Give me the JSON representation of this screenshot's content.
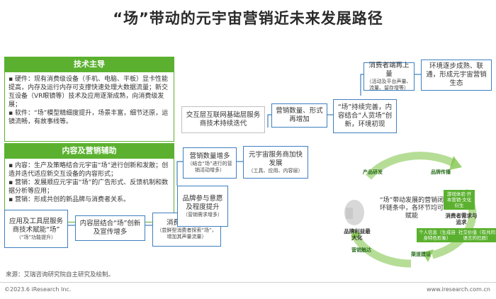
{
  "title": "“场”带动的元宇宙营销近未来发展路径",
  "tech_panel": {
    "heading": "技术主导",
    "lines": [
      "▪ 硬件：现有消费级设备（手机、电脑、平板）显卡性能提高，内存及运行内存可支撑快速处理大数据流量；新交互设备（VR眼镜等）技术及应用逐渐成熟，向消费级发展；",
      "▪ 软件：“场”模型精细度提升，场景丰富，细节还原，运镜流畅，有故事线等。"
    ]
  },
  "content_panel": {
    "heading": "内容及营销辅助",
    "lines": [
      "▪ 内容：生产及策略结合元宇宙“场”进行创新和发散；创造并迭代适应新交互设备的内容形式；",
      "▪ 营销：发展顺应元宇宙“场”的广告形式、反馈机制和数据分析等应用；",
      "▪ 营销：形成共创的新品牌与消费者关系。"
    ]
  },
  "steps": {
    "s1": {
      "main": "应用及工具层服务商技术赋能“场”",
      "sub": "（“场”功能提升）"
    },
    "s2": {
      "main": "内容层结合“场”创新及宣传增多",
      "sub": ""
    },
    "s3": {
      "main": "消费者端上量",
      "sub": "（尝鲜型消费者探索“场”，增加其声量流量）"
    },
    "s4": {
      "main": "品牌参与意愿及程度提升",
      "sub": "（营销需求增多）"
    },
    "s5": {
      "main": "营销数量增多",
      "sub": "（结合“场”进行的营销活动增多）"
    },
    "s6": {
      "main": "元宇宙服务商加快发展",
      "sub": "（工具、应用、内容层）"
    },
    "s7": {
      "main": "交互层互联网基础层服务商技术持续迭代",
      "sub": ""
    },
    "s8": {
      "main": "营销数量、形式再增加",
      "sub": ""
    },
    "s9": {
      "main": "“场”持续完善，内容结合“人货场”创新，环境初现",
      "sub": ""
    },
    "s10": {
      "main": "消费者端再上量",
      "sub": "（活动及平台声量、流量、留存增等）"
    },
    "s11": {
      "main": "环境逐步成熟、联通，形成元宇宙营销生态",
      "sub": ""
    }
  },
  "cycle": {
    "center": "“场”带动发展的营销闭环链条中，各环节均可赋能",
    "brand_label": "品牌利益最大化",
    "consumer_label": "消费者需求与追求",
    "arc_labels": [
      "产品研发",
      "品牌传播",
      "营销触达",
      "渠道建设"
    ],
    "tag_top": "游戏体验·开本营销·文化衍生",
    "tag_left": "个人信息（生成自身特色形象）",
    "tag_right": "社交价值（有共同语言的社群）"
  },
  "source": "来源：艾瑞咨询研究院自主研究及绘制。",
  "footer_left": "©2023.6 iResearch Inc.",
  "footer_right": "www.iresearch.com.cn",
  "colors": {
    "green": "#5bb12f",
    "blue": "#3f7fbf"
  }
}
